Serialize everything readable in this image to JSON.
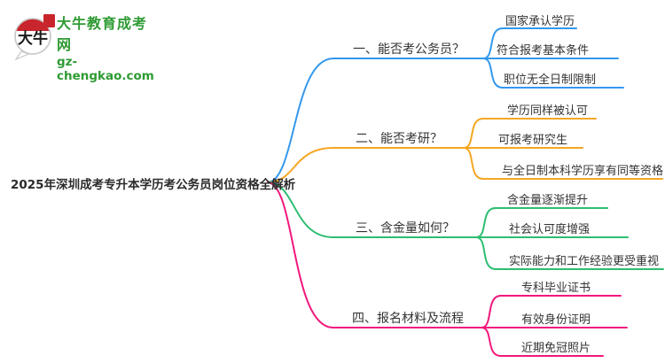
{
  "logo": {
    "brand": "大牛教育成考网",
    "domain": "gz-chengkao.com",
    "bubble_text": "大牛",
    "brand_color": "#2e9b33",
    "seal_color": "#c9252c"
  },
  "mindmap": {
    "root": "2025年深圳成考专升本学历考公务员岗位资格全解析",
    "branches": [
      {
        "label": "一、能否考公务员？",
        "color": "#3398ee",
        "children": [
          "国家承认学历",
          "符合报考基本条件",
          "职位无全日制限制"
        ]
      },
      {
        "label": "二、能否考研？",
        "color": "#f5a623",
        "children": [
          "学历同样被认可",
          "可报考研究生",
          "与全日制本科学历享有同等资格"
        ]
      },
      {
        "label": "三、含金量如何？",
        "color": "#2ebd72",
        "children": [
          "含金量逐渐提升",
          "社会认可度增强",
          "实际能力和工作经验更受重视"
        ]
      },
      {
        "label": "四、报名材料及流程",
        "color": "#f2187c",
        "children": [
          "专科毕业证书",
          "有效身份证明",
          "近期免冠照片"
        ]
      }
    ]
  }
}
